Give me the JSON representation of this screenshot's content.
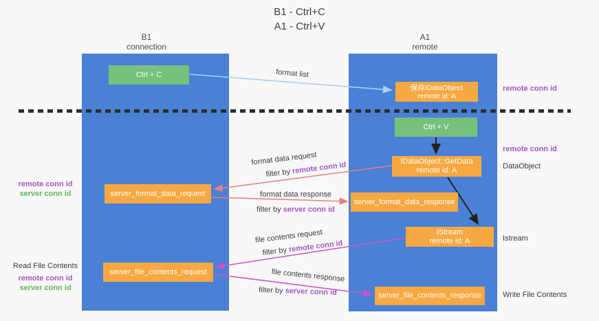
{
  "title": {
    "line1": "B1 - Ctrl+C",
    "line2": "A1 - Ctrl+V"
  },
  "lanes": {
    "left": {
      "title": "B1",
      "subtitle": "connection"
    },
    "right": {
      "title": "A1",
      "subtitle": "remote"
    }
  },
  "nodes": {
    "ctrl_c": {
      "label": "Ctrl + C"
    },
    "save_idataobject": {
      "line1": "保存IDataObject",
      "line2": "remote id: A"
    },
    "ctrl_v": {
      "label": "Ctrl + V"
    },
    "idataobject_getdata": {
      "line1": "IDataObject::GetData",
      "line2": "remote id: A"
    },
    "server_format_data_request": {
      "label": "server_format_data_request"
    },
    "server_format_data_response": {
      "label": "server_format_data_response"
    },
    "istream": {
      "line1": "IStream",
      "line2": "remote id: A"
    },
    "server_file_contents_request": {
      "label": "server_file_contents_request"
    },
    "server_file_contents_response": {
      "label": "server_file_contents_response"
    }
  },
  "flow_labels": {
    "format_list": "format list",
    "format_data_request": "format data request",
    "format_data_response": "format data response",
    "file_contents_request": "file contents request",
    "file_contents_response": "file contents response",
    "filter_by": "filter by ",
    "remote_conn_id": "remote conn id",
    "server_conn_id": "server conn id"
  },
  "side_labels": {
    "right_remote_conn_id_top": "remote conn id",
    "right_remote_conn_id_mid": "remote conn id",
    "dataobject": "DataObject",
    "istream": "Istream",
    "write_file_contents": "Write File Contents",
    "left_remote_conn_id_mid": "remote conn id",
    "left_server_conn_id_mid": "server conn id",
    "read_file_contents": "Read File Contents",
    "left_remote_conn_id_bottom": "remote conn id",
    "left_server_conn_id_bottom": "server conn id"
  },
  "colors": {
    "column_blue": "#4a80d5",
    "box_green": "#76c17c",
    "box_orange": "#f7a841",
    "purple": "#a556c8",
    "green_label": "#5cb85c",
    "arrow_blue": "#a8d2f2",
    "arrow_salmon": "#e87f7f",
    "arrow_magenta": "#cc52cc",
    "arrow_black": "#222222"
  }
}
